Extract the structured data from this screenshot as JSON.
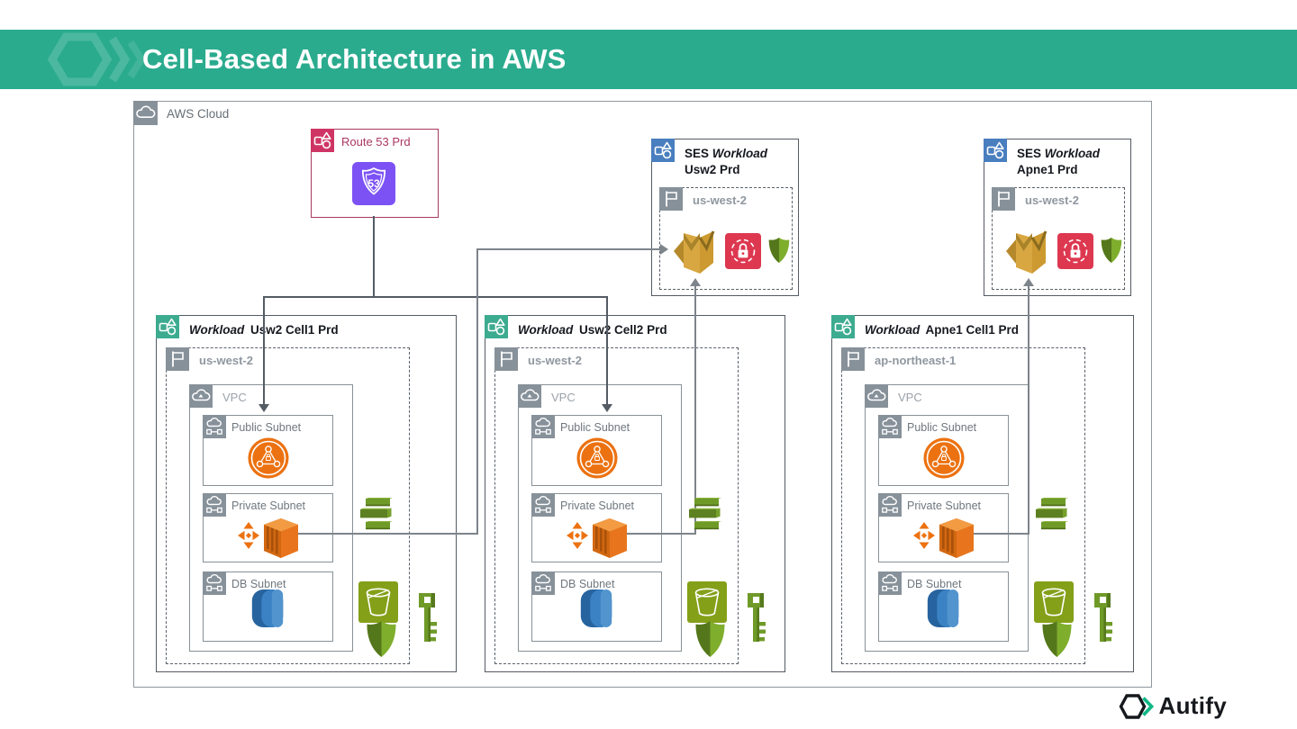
{
  "header": {
    "title": "Cell-Based Architecture in AWS"
  },
  "aws_cloud": {
    "label": "AWS Cloud"
  },
  "route53": {
    "label": "Route 53 Prd",
    "icon_text": "53"
  },
  "ses_boxes": [
    {
      "service": "SES",
      "workload_word": "Workload",
      "name": "Usw2 Prd",
      "region": "us-west-2"
    },
    {
      "service": "SES",
      "workload_word": "Workload",
      "name": "Apne1 Prd",
      "region": "us-west-2"
    }
  ],
  "cells": [
    {
      "workload_word": "Workload",
      "name": "Usw2 Cell1 Prd",
      "region": "us-west-2",
      "vpc_label": "VPC",
      "subnets": [
        "Public Subnet",
        "Private Subnet",
        "DB Subnet"
      ]
    },
    {
      "workload_word": "Workload",
      "name": "Usw2 Cell2 Prd",
      "region": "us-west-2",
      "vpc_label": "VPC",
      "subnets": [
        "Public Subnet",
        "Private Subnet",
        "DB Subnet"
      ]
    },
    {
      "workload_word": "Workload",
      "name": "Apne1 Cell1 Prd",
      "region": "ap-northeast-1",
      "vpc_label": "VPC",
      "subnets": [
        "Public Subnet",
        "Private Subnet",
        "DB Subnet"
      ]
    }
  ],
  "brand": {
    "label": "Autify"
  },
  "colors": {
    "header_teal": "#2aab8e",
    "badge_teal": "#3dab90",
    "badge_blue": "#497ebf",
    "badge_pink": "#cf3564",
    "route53_purple": "#7c52f4",
    "aws_orange": "#ec7211",
    "security_red": "#dd3850",
    "green": "#6f9a28",
    "rds_blue": "#2e74b5",
    "line_dark": "#545b64",
    "line_light": "#7d848b"
  }
}
